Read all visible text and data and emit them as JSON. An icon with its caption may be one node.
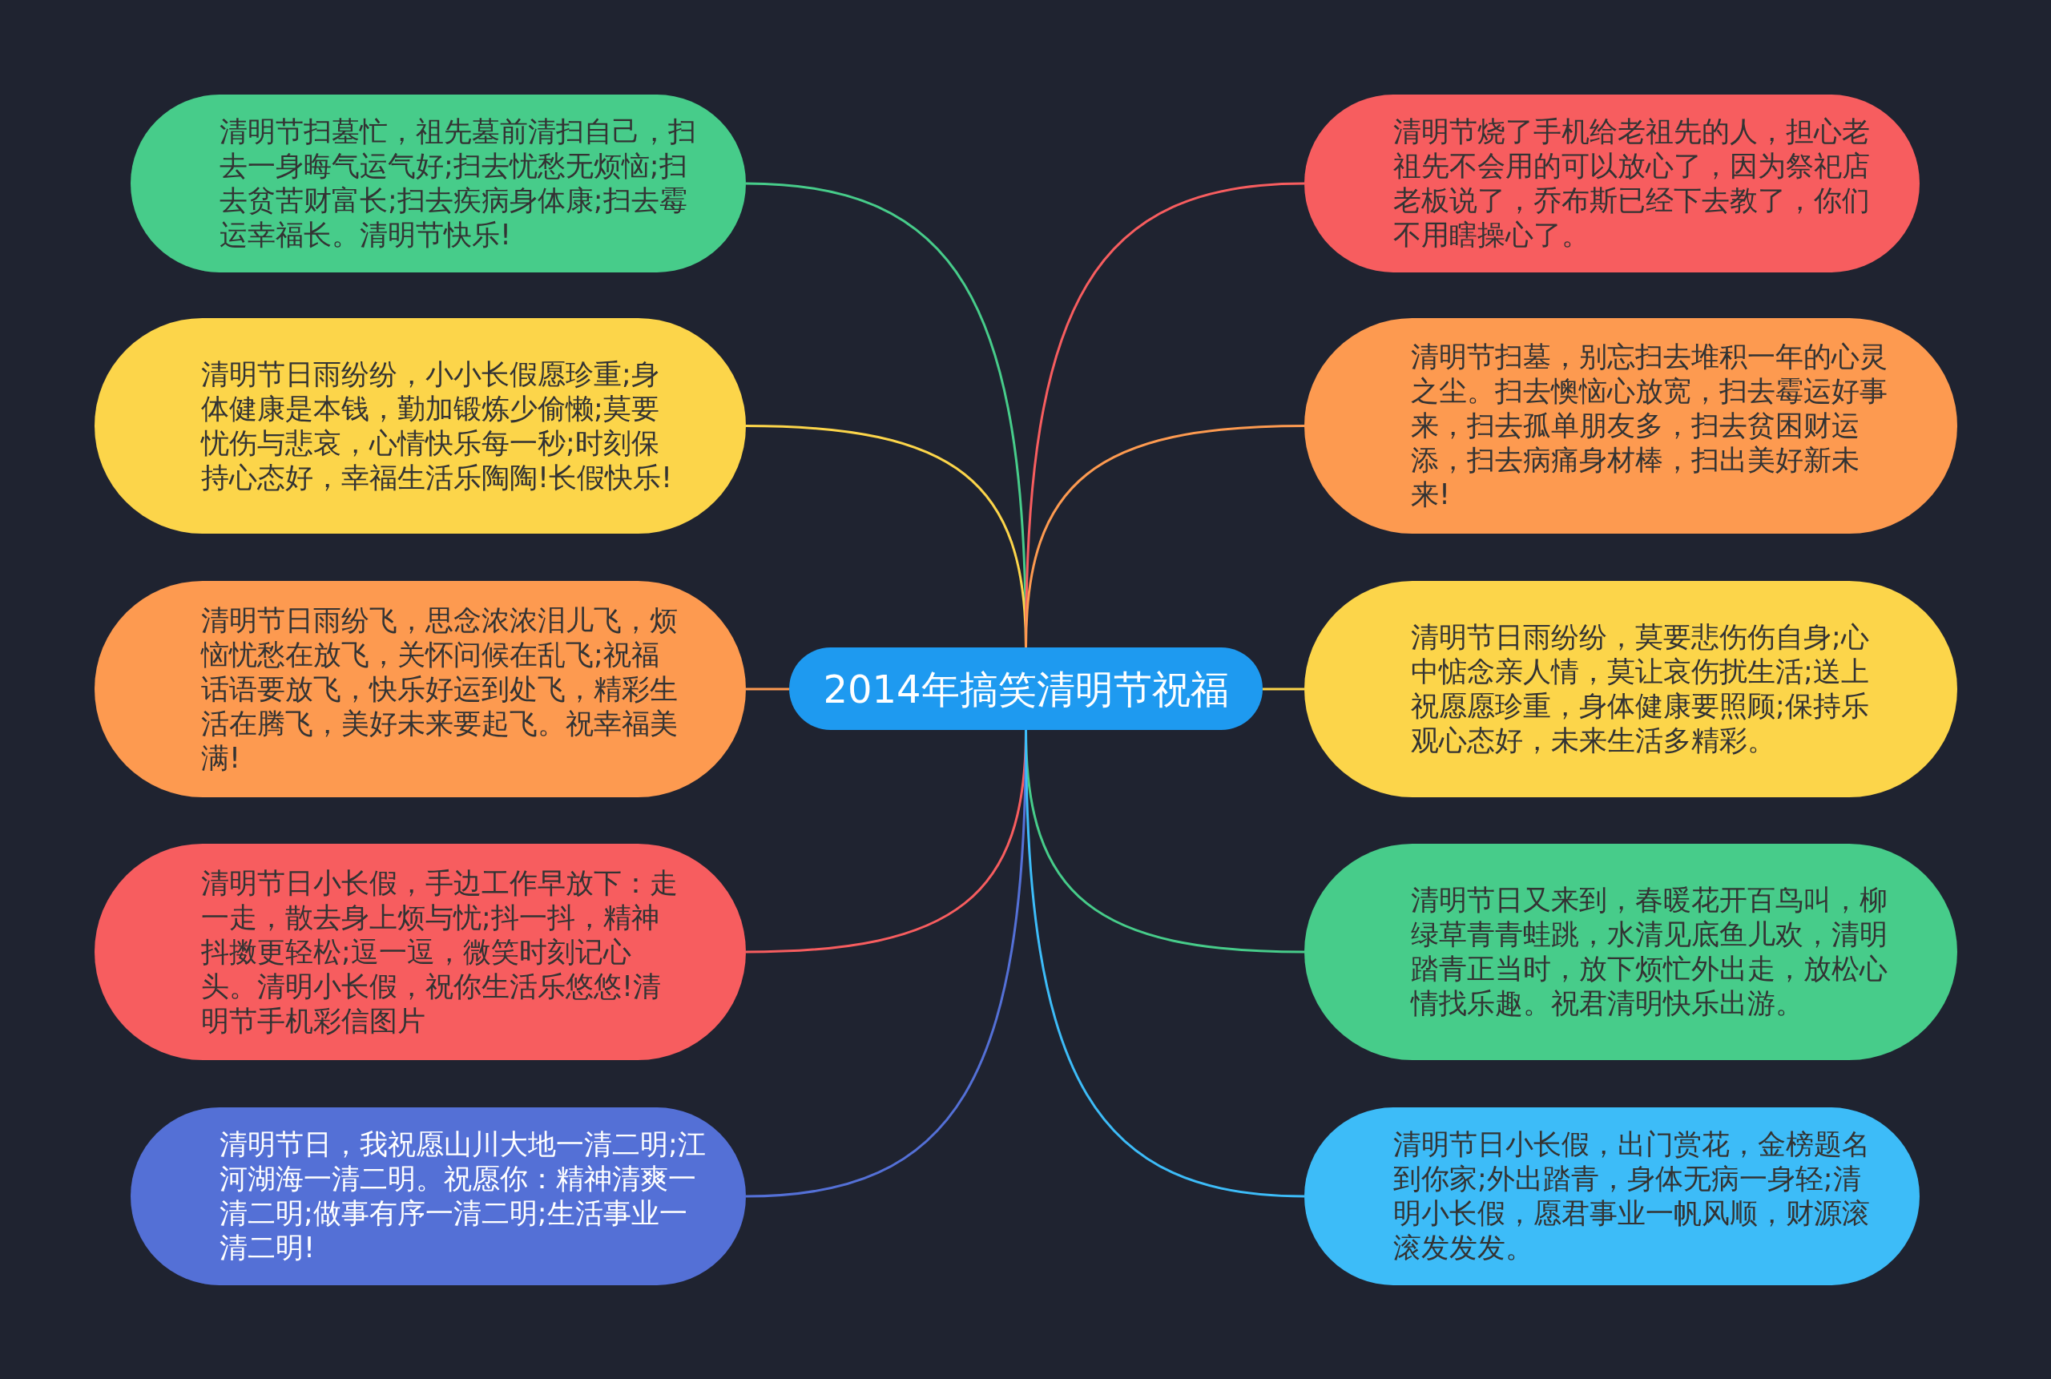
{
  "diagram": {
    "nodes": [
      {
        "text": [
          "2014年搞笑清明节祝福"
        ]
      },
      {
        "text": [
          "清明节扫墓忙，祖先墓前清扫自己，扫去一身晦气运气好;扫去忧愁无烦恼;扫去贫苦财富长;扫去疾病身体康;扫去霉运幸福长。清明节快乐!"
        ]
      },
      {
        "text": [
          "清明节日雨纷纷，小小长假愿珍重;身体健康是本钱，勤加锻炼少偷懒;莫要忧伤与悲哀，心情快乐每一秒;时刻保持心态好，幸福生活乐陶陶!长假快乐!"
        ]
      },
      {
        "text": [
          "清明节日雨纷飞，思念浓浓泪儿飞，烦恼忧愁在放飞，关怀问候在乱飞;祝福话语要放飞，快乐好运到处飞，精彩生活在腾飞，美好未来要起飞。祝幸福美满!"
        ]
      },
      {
        "text": [
          "清明节日小长假，手边工作早放下：走一走，散去身上烦与忧;抖一抖，精神抖擞更轻松;逗一逗，微笑时刻记心头。清明小长假，祝你生活乐悠悠!清明节手机彩信图片"
        ]
      },
      {
        "text": [
          "清明节日，我祝愿山川大地一清二明;江河湖海一清二明。祝愿你：精神清爽一清二明;做事有序一清二明;生活事业一清二明!"
        ]
      },
      {
        "text": [
          "清明节烧了手机给老祖先的人，担心老祖先不会用的可以放心了，因为祭祀店老板说了，乔布斯已经下去教了，你们不用瞎操心了。"
        ]
      },
      {
        "text": [
          "清明节扫墓，别忘扫去堆积一年的心灵之尘。扫去懊恼心放宽，扫去霉运好事来，扫去孤单朋友多，扫去贫困财运添，扫去病痛身材棒，扫出美好新未来!"
        ]
      },
      {
        "text": [
          "清明节日雨纷纷，莫要悲伤伤自身;心中惦念亲人情，莫让哀伤扰生活;送上祝愿愿珍重，身体健康要照顾;保持乐观心态好，未来生活多精彩。"
        ]
      },
      {
        "text": [
          "清明节日又来到，春暖花开百鸟叫，柳绿草青青蛙跳，水清见底鱼儿欢，清明踏青正当时，放下烦忙外出走，放松心情找乐趣。祝君清明快乐出游。"
        ]
      },
      {
        "text": [
          "清明节日小长假，出门赏花，金榜题名到你家;外出踏青，身体无病一身轻;清明小长假，愿君事业一帆风顺，财源滚滚发发发。"
        ]
      }
    ],
    "edges": [
      {
        "from": 0,
        "to": 1,
        "arrow": "none",
        "color": "#47cc8a"
      },
      {
        "from": 0,
        "to": 2,
        "arrow": "none",
        "color": "#fcd54a"
      },
      {
        "from": 0,
        "to": 3,
        "arrow": "none",
        "color": "#fd9a50"
      },
      {
        "from": 0,
        "to": 4,
        "arrow": "none",
        "color": "#f75d5f"
      },
      {
        "from": 0,
        "to": 5,
        "arrow": "none",
        "color": "#5470d6"
      },
      {
        "from": 0,
        "to": 6,
        "arrow": "none",
        "color": "#f75d5f"
      },
      {
        "from": 0,
        "to": 7,
        "arrow": "none",
        "color": "#fd9a50"
      },
      {
        "from": 0,
        "to": 8,
        "arrow": "none",
        "color": "#fcd54a"
      },
      {
        "from": 0,
        "to": 9,
        "arrow": "none",
        "color": "#47cc8a"
      },
      {
        "from": 0,
        "to": 10,
        "arrow": "none",
        "color": "#3dbcf8"
      }
    ]
  }
}
